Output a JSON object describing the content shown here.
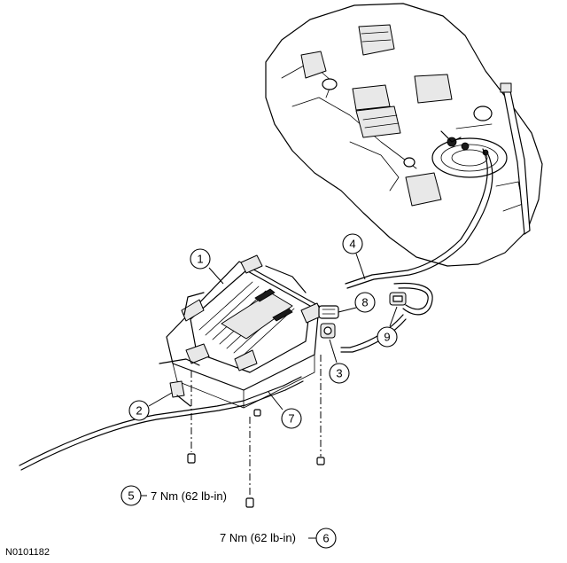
{
  "callouts": [
    "1",
    "2",
    "3",
    "4",
    "5",
    "6",
    "7",
    "8",
    "9"
  ],
  "torque_specs": {
    "callout_5": "7 Nm (62 lb-in)",
    "callout_6": "7 Nm (62 lb-in)"
  },
  "figure_id": "N0101182"
}
